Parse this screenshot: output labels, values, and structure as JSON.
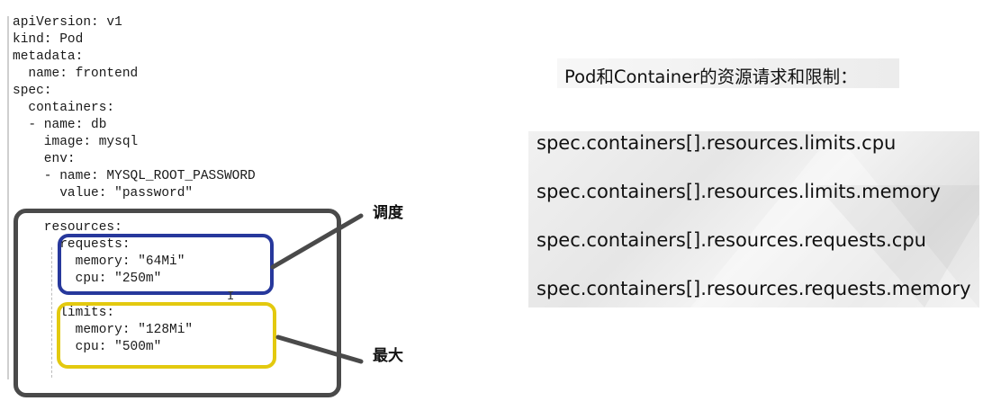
{
  "yaml_lines": [
    "apiVersion: v1",
    "kind: Pod",
    "metadata:",
    "  name: frontend",
    "spec:",
    "  containers:",
    "  - name: db",
    "    image: mysql",
    "    env:",
    "    - name: MYSQL_ROOT_PASSWORD",
    "      value: \"password\"",
    "",
    "    resources:",
    "      requests:",
    "        memory: \"64Mi\"",
    "        cpu: \"250m\"",
    "",
    "      limits:",
    "        memory: \"128Mi\"",
    "        cpu: \"500m\""
  ],
  "annotations": {
    "schedule": "调度",
    "max": "最大"
  },
  "cursor_glyph": "I",
  "title": "Pod和Container的资源请求和限制：",
  "fields": [
    "spec.containers[].resources.limits.cpu",
    "spec.containers[].resources.limits.memory",
    "spec.containers[].resources.requests.cpu",
    "spec.containers[].resources.requests.memory"
  ],
  "colors": {
    "requests_box": "#27389c",
    "limits_box": "#e3c90f",
    "outer_box": "#4a4a4a",
    "connector": "#4a4a4a"
  }
}
